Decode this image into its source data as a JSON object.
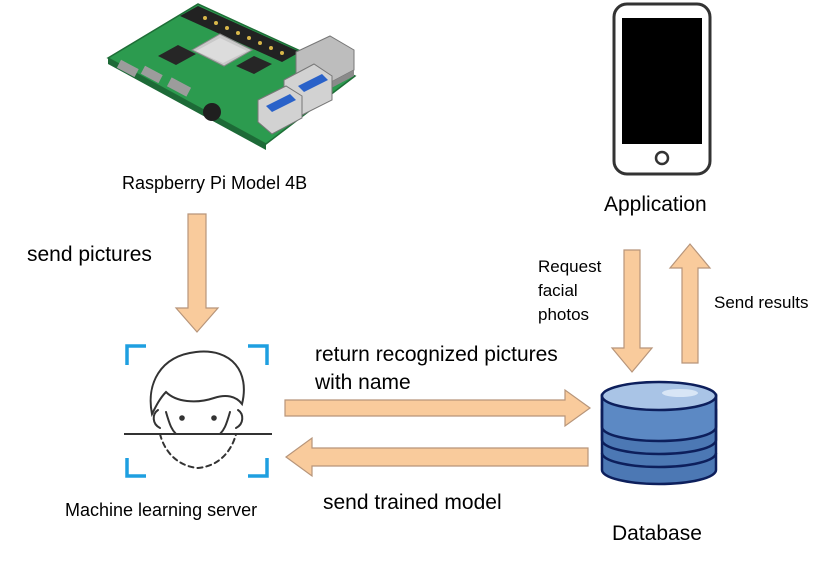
{
  "nodes": {
    "raspberry_pi": {
      "label": "Raspberry Pi Model 4B"
    },
    "application": {
      "label": "Application"
    },
    "ml_server": {
      "label": "Machine learning server"
    },
    "database": {
      "label": "Database"
    }
  },
  "edges": {
    "send_pictures": {
      "label": "send pictures"
    },
    "return_recognized": {
      "line1": "return recognized pictures",
      "line2": "with name"
    },
    "send_trained_model": {
      "label": "send trained model"
    },
    "request_photos": {
      "line1": "Request",
      "line2": "facial",
      "line3": "photos"
    },
    "send_results": {
      "label": "Send results"
    }
  },
  "colors": {
    "arrow_fill": "#f9cb9c",
    "arrow_stroke": "#b7957a",
    "bracket": "#1e9fe0",
    "db_body": "#4c78b4",
    "db_light": "#a9c4e6",
    "db_outline": "#0d1f5c",
    "pcb": "#2c9b4f"
  }
}
